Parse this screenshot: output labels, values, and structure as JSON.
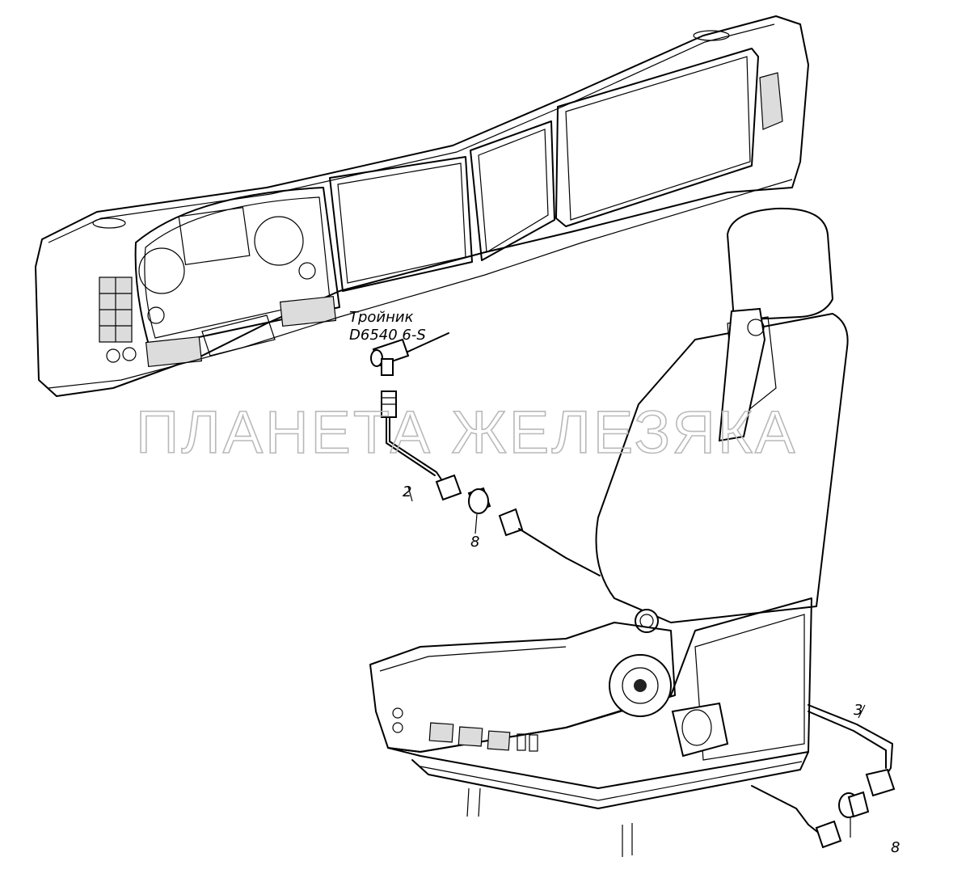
{
  "diagram": {
    "watermark": "ПЛАНЕТА ЖЕЛЕЗЯКА",
    "callout_tee_line1": "Тройник",
    "callout_tee_line2": "D6540 6-S",
    "labels": {
      "hose_2": "2",
      "hose_3": "3",
      "fitting_8_upper": "8",
      "fitting_8_lower": "8"
    }
  }
}
